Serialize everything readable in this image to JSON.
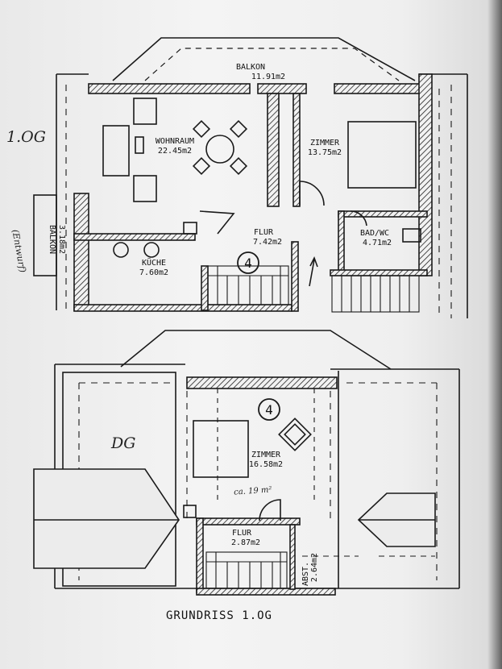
{
  "floor_note": "1.OG",
  "side_note": "(Entwurf)",
  "upper_plan": {
    "unit_number": "4",
    "rooms": [
      {
        "name": "BALKON",
        "area": "11.91m2"
      },
      {
        "name": "WOHNRAUM",
        "area": "22.45m2"
      },
      {
        "name": "ZIMMER",
        "area": "13.75m2"
      },
      {
        "name": "FLUR",
        "area": "7.42m2"
      },
      {
        "name": "BAD/WC",
        "area": "4.71m2"
      },
      {
        "name": "KÜCHE",
        "area": "7.60m2"
      },
      {
        "name": "BALKON",
        "area": "3.18m2"
      }
    ]
  },
  "lower_plan": {
    "level_note": "DG",
    "unit_number": "4",
    "rooms": [
      {
        "name": "ZIMMER",
        "area": "16.58m2"
      },
      {
        "name": "FLUR",
        "area": "2.87m2"
      },
      {
        "name": "ABST.",
        "area": "2.64m2"
      }
    ],
    "handwritten_area": "ca. 19 m²"
  },
  "caption": "GRUNDRISS 1.OG",
  "colors": {
    "line": "#1a1a1a",
    "paper": "#efefef"
  }
}
